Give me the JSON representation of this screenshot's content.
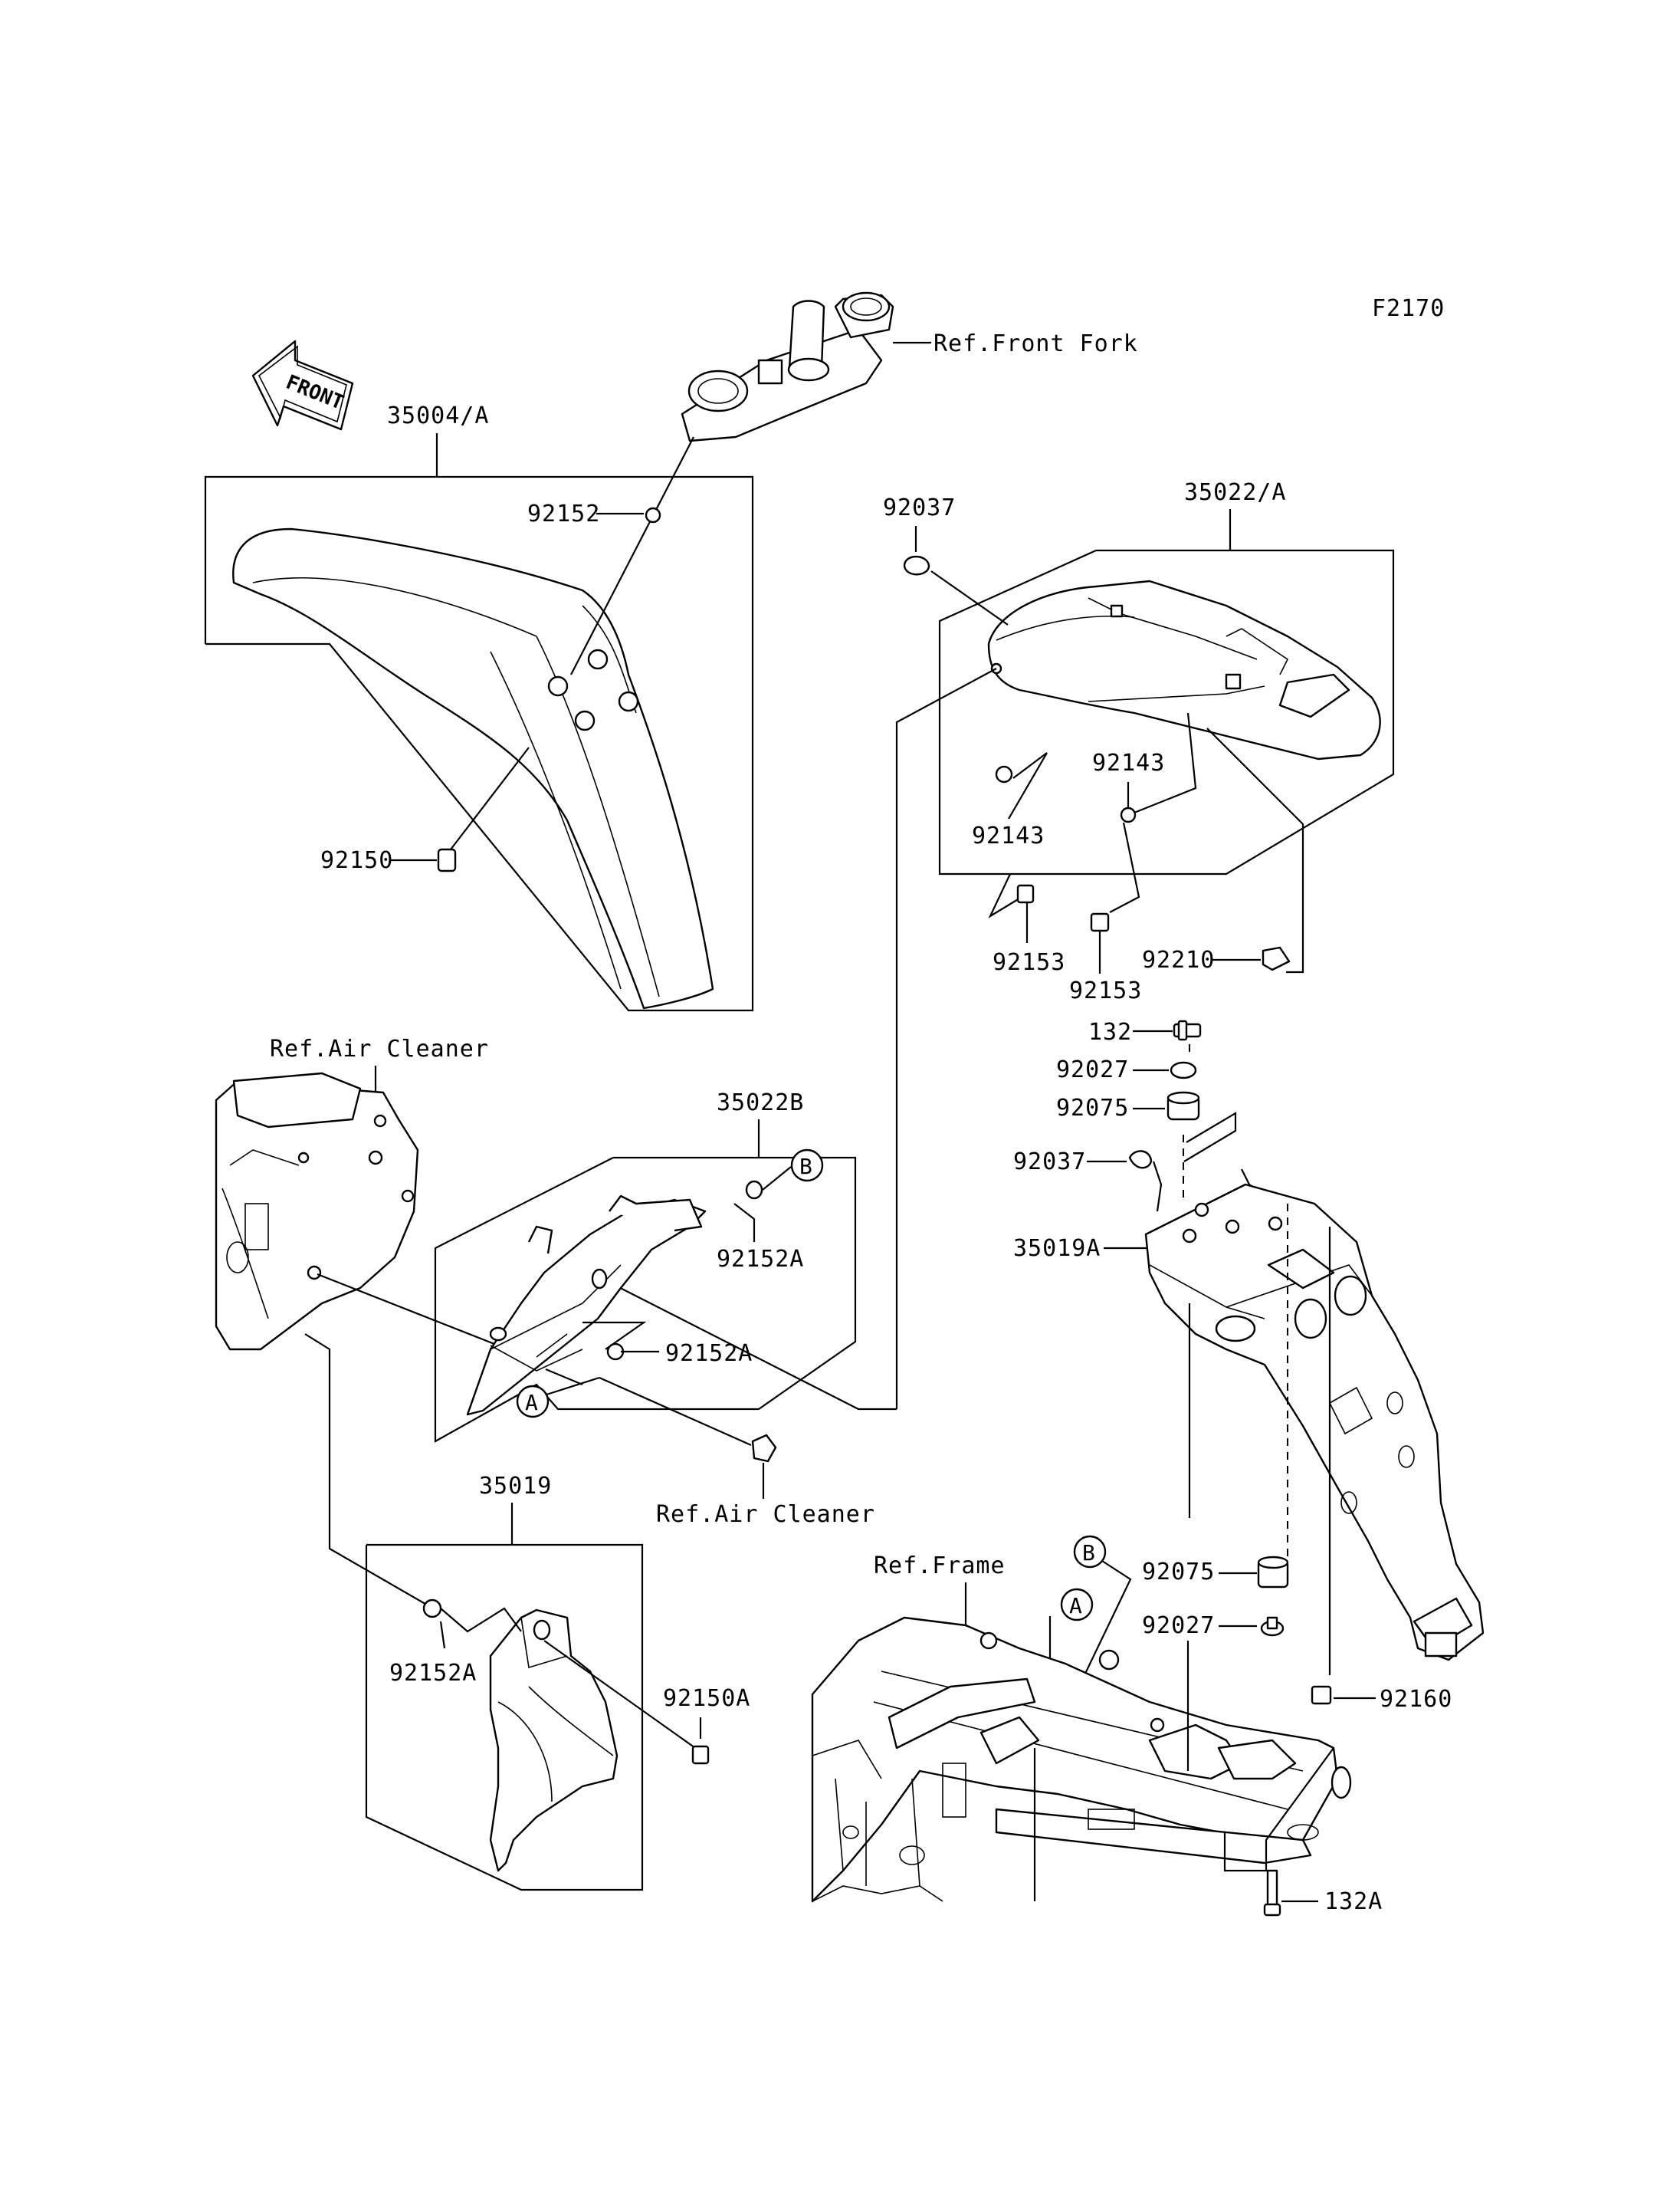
{
  "figure_id": "F2170",
  "front_arrow": "FRONT",
  "groups": {
    "front_fender": "35004/A",
    "rear_fender": "35022/A",
    "inner_fender": "35022B",
    "rear_inner": "35019",
    "rear_bracket": "35019A"
  },
  "references": {
    "front_fork": "Ref.Front Fork",
    "air_cleaner_top": "Ref.Air Cleaner",
    "air_cleaner_bottom": "Ref.Air Cleaner",
    "frame": "Ref.Frame"
  },
  "parts": {
    "p92152": "92152",
    "p92150": "92150",
    "p92037_top": "92037",
    "p92143_left": "92143",
    "p92143_right": "92143",
    "p92153_left": "92153",
    "p92153_right": "92153",
    "p92210": "92210",
    "p132": "132",
    "p92027_top": "92027",
    "p92075_top": "92075",
    "p92037_mid": "92037",
    "p92152A_top": "92152A",
    "p92152A_mid": "92152A",
    "p92152A_bottom": "92152A",
    "p92150A": "92150A",
    "p92075_bottom": "92075",
    "p92027_bottom": "92027",
    "p92160": "92160",
    "p132A": "132A"
  },
  "markers": {
    "a1": "A",
    "b1": "B",
    "a2": "A",
    "b2": "B"
  }
}
